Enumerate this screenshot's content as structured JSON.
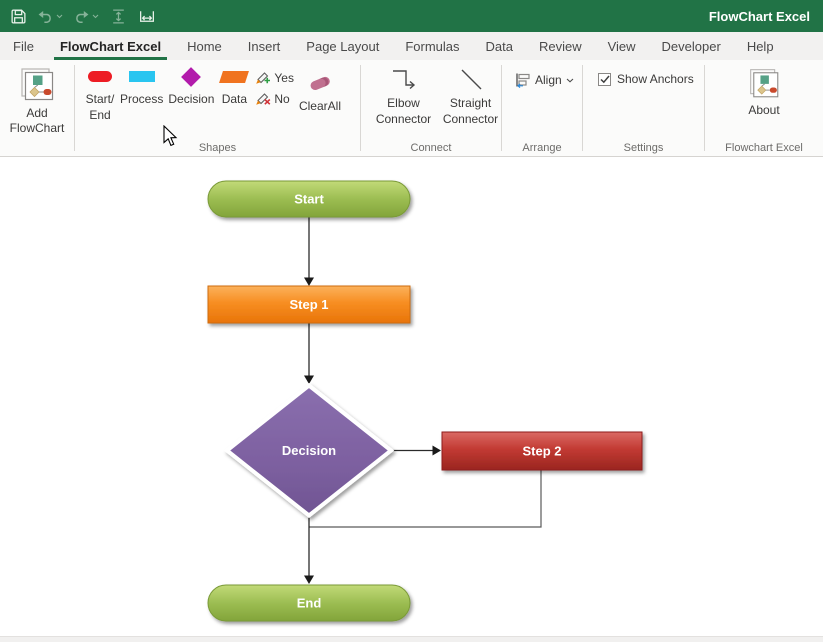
{
  "titlebar": {
    "title": "FlowChart Excel",
    "quick_access_icons": [
      "save",
      "undo",
      "redo",
      "row-height",
      "fit-width"
    ]
  },
  "menubar": {
    "tabs": [
      {
        "label": "File",
        "active": false
      },
      {
        "label": "FlowChart Excel",
        "active": true
      },
      {
        "label": "Home",
        "active": false
      },
      {
        "label": "Insert",
        "active": false
      },
      {
        "label": "Page Layout",
        "active": false
      },
      {
        "label": "Formulas",
        "active": false
      },
      {
        "label": "Data",
        "active": false
      },
      {
        "label": "Review",
        "active": false
      },
      {
        "label": "View",
        "active": false
      },
      {
        "label": "Developer",
        "active": false
      },
      {
        "label": "Help",
        "active": false
      }
    ]
  },
  "ribbon": {
    "add_group": {
      "button_label": "Add\nFlowChart"
    },
    "shapes_group": {
      "label": "Shapes",
      "start_end": "Start/\nEnd",
      "process": "Process",
      "decision": "Decision",
      "data": "Data",
      "yes": "Yes",
      "no": "No",
      "clear_all": "ClearAll",
      "icon_colors": {
        "start_end": "#ED1C24",
        "process": "#29C5F0",
        "decision": "#B21BAB",
        "data": "#F0731F"
      }
    },
    "connect_group": {
      "label": "Connect",
      "elbow": "Elbow\nConnector",
      "straight": "Straight\nConnector"
    },
    "arrange_group": {
      "label": "Arrange",
      "align": "Align"
    },
    "settings_group": {
      "label": "Settings",
      "show_anchors": "Show Anchors",
      "show_anchors_checked": true
    },
    "about_group": {
      "label": "Flowchart Excel",
      "about": "About"
    }
  },
  "flowchart": {
    "nodes": [
      {
        "id": "start",
        "type": "terminator",
        "label": "Start",
        "color": "#9BBB59"
      },
      {
        "id": "step1",
        "type": "process",
        "label": "Step 1",
        "color": "#F79646"
      },
      {
        "id": "decision",
        "type": "decision",
        "label": "Decision",
        "color": "#8064A2"
      },
      {
        "id": "step2",
        "type": "process",
        "label": "Step 2",
        "color": "#C0504D"
      },
      {
        "id": "end",
        "type": "terminator",
        "label": "End",
        "color": "#9BBB59"
      }
    ],
    "edges": [
      {
        "from": "start",
        "to": "step1"
      },
      {
        "from": "step1",
        "to": "decision"
      },
      {
        "from": "decision",
        "to": "step2"
      },
      {
        "from": "decision",
        "to": "end"
      },
      {
        "from": "step2",
        "to": "end",
        "style": "loopback"
      }
    ]
  }
}
